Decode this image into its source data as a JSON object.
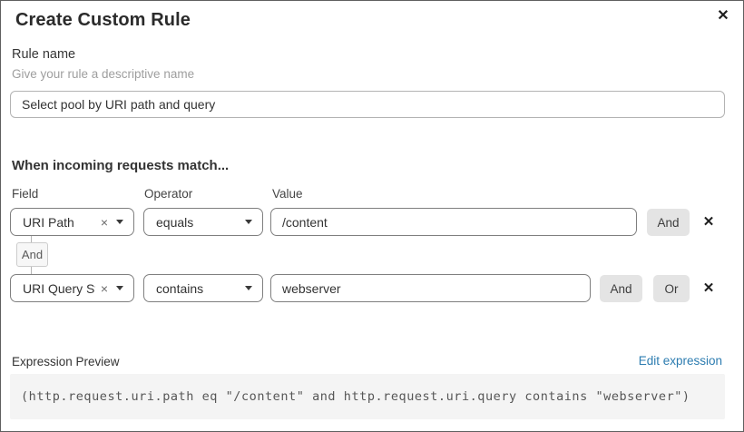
{
  "modal": {
    "title": "Create Custom Rule"
  },
  "icons": {
    "close": "✕",
    "clear": "×",
    "delete_row": "✕"
  },
  "rule_name": {
    "label": "Rule name",
    "helper": "Give your rule a descriptive name",
    "value": "Select pool by URI path and query"
  },
  "matcher": {
    "heading": "When incoming requests match...",
    "columns": {
      "field": "Field",
      "operator": "Operator",
      "value": "Value"
    },
    "rows": [
      {
        "field": "URI Path",
        "operator": "equals",
        "value": "/content",
        "and_label": "And"
      },
      {
        "field": "URI Query St...",
        "operator": "contains",
        "value": "webserver",
        "and_label": "And",
        "or_label": "Or"
      }
    ],
    "connector": "And"
  },
  "expression": {
    "label": "Expression Preview",
    "edit_link": "Edit expression",
    "code": "(http.request.uri.path eq \"/content\" and http.request.uri.query contains \"webserver\")"
  },
  "colors": {
    "link_blue": "#2c7cb0",
    "button_gray": "#e4e4e4",
    "code_background": "#f4f4f4",
    "input_border": "#7f7f7f",
    "helper_text": "#9e9e9e"
  }
}
